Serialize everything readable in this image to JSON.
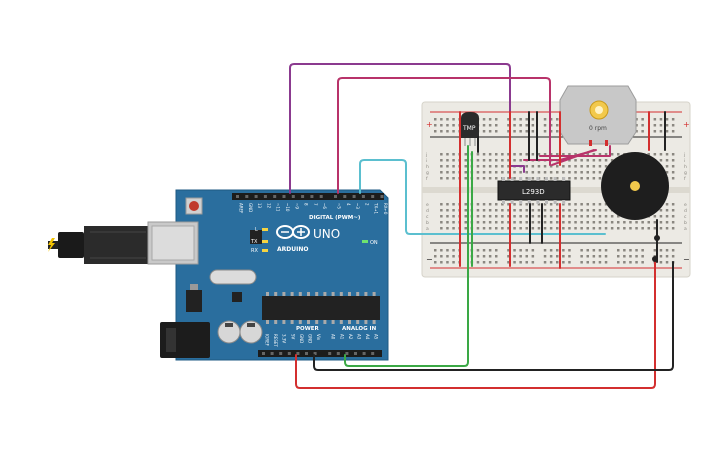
{
  "arduino": {
    "model": "UNO",
    "brand": "ARDUINO",
    "on_label": "ON",
    "tx_label": "TX",
    "rx_label": "RX",
    "l_label": "L",
    "digital_label": "DIGITAL (PWM~)",
    "power_label": "POWER",
    "analog_label": "ANALOG IN",
    "top_pins": [
      "AREF",
      "GND",
      "13",
      "12",
      "~11",
      "~10",
      "~9",
      "8",
      "7",
      "~6",
      "~5",
      "4",
      "~3",
      "2",
      "TX→1",
      "RX←0"
    ],
    "bottom_pins": [
      "IOREF",
      "RESET",
      "3.3V",
      "5V",
      "GND",
      "GND",
      "Vin",
      "A0",
      "A1",
      "A2",
      "A3",
      "A4",
      "A5"
    ]
  },
  "components": {
    "sensor_label": "TMP",
    "driver_label": "L293D",
    "motor_label": "0 rpm"
  },
  "breadboard": {
    "row_letters_top": [
      "j",
      "i",
      "h",
      "g",
      "f"
    ],
    "row_letters_bottom": [
      "e",
      "d",
      "c",
      "b",
      "a"
    ],
    "plus": "+",
    "minus": "−"
  },
  "colors": {
    "board": "#2a6e9e",
    "breadboard": "#eceae4",
    "wire_purple": "#8b3a8f",
    "wire_magenta": "#b8336a",
    "wire_cyan": "#5bbfcf",
    "wire_green": "#3aa845",
    "wire_red": "#d32f2f",
    "wire_black": "#222222"
  }
}
